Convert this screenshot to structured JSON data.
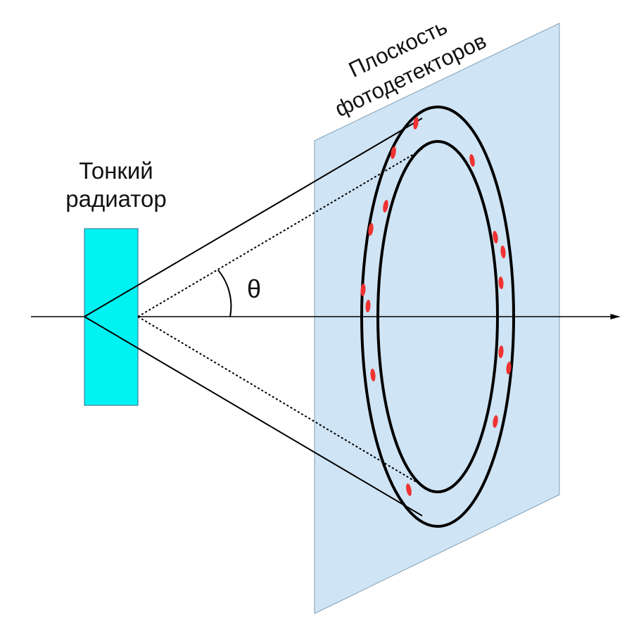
{
  "labels": {
    "radiator_line1": "Тонкий",
    "radiator_line2": "радиатор",
    "plane_line1": "Плоскость",
    "plane_line2": "фотодетекторов",
    "angle": "θ"
  },
  "colors": {
    "radiator_fill": "#00f2f2",
    "plane_fill": "#cfe4f4",
    "hits": "#f03232",
    "lines": "#000000"
  }
}
